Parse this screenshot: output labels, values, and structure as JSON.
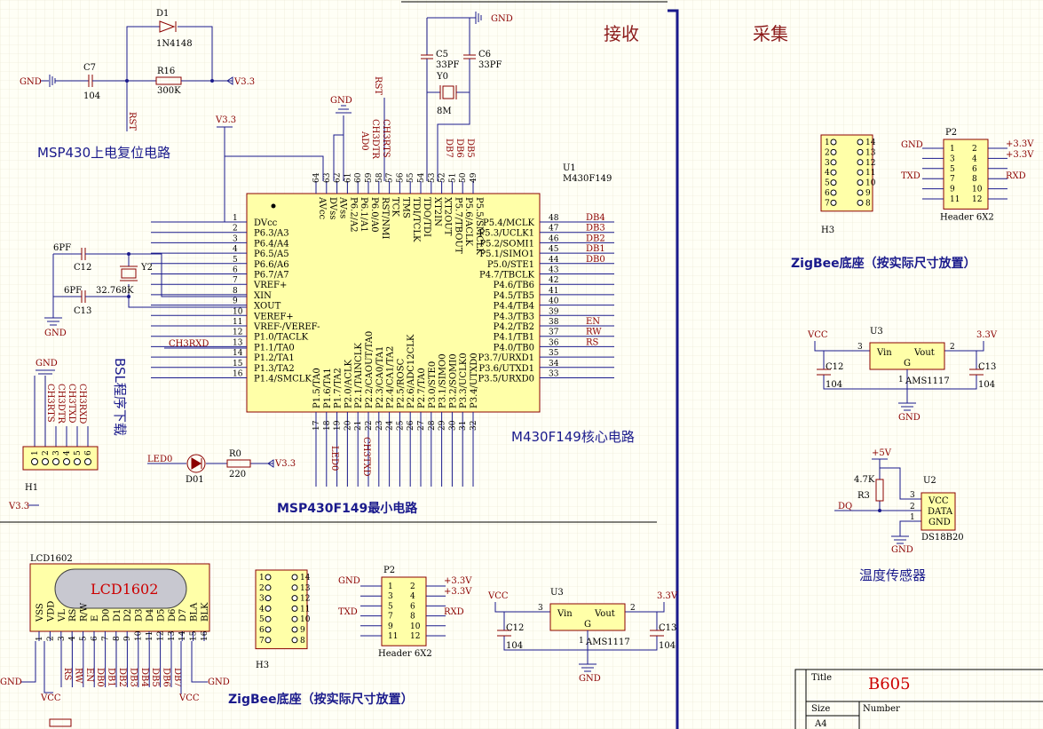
{
  "sections": {
    "receive": "接收",
    "collect": "采集",
    "reset_circuit": "MSP430上电复位电路",
    "core_circuit": "M430F149核心电路",
    "min_system": "MSP430F149最小电路",
    "bsl_download": "BSL程序下载",
    "zigbee_base_right": "ZigBee底座（按实际尺寸放置）",
    "zigbee_base_bottom": "ZigBee底座（按实际尺寸放置）",
    "temp_sensor": "温度传感器"
  },
  "mcu": {
    "ref": "U1",
    "part": "M430F149",
    "left_pins": [
      {
        "num": "1",
        "name": "DVcc"
      },
      {
        "num": "2",
        "name": "P6.3/A3"
      },
      {
        "num": "3",
        "name": "P6.4/A4"
      },
      {
        "num": "4",
        "name": "P6.5/A5"
      },
      {
        "num": "5",
        "name": "P6.6/A6"
      },
      {
        "num": "6",
        "name": "P6.7/A7"
      },
      {
        "num": "7",
        "name": "VREF+"
      },
      {
        "num": "8",
        "name": "XIN"
      },
      {
        "num": "9",
        "name": "XOUT"
      },
      {
        "num": "10",
        "name": "VEREF+"
      },
      {
        "num": "11",
        "name": "VREF-/VEREF-"
      },
      {
        "num": "12",
        "name": "P1.0/TACLK"
      },
      {
        "num": "13",
        "name": "P1.1/TA0"
      },
      {
        "num": "14",
        "name": "P1.2/TA1"
      },
      {
        "num": "15",
        "name": "P1.3/TA2"
      },
      {
        "num": "16",
        "name": "P1.4/SMCLK"
      }
    ],
    "right_pins": [
      {
        "num": "48",
        "name": "P5.4/MCLK",
        "net": "DB4"
      },
      {
        "num": "47",
        "name": "P5.3/UCLK1",
        "net": "DB3"
      },
      {
        "num": "46",
        "name": "P5.2/SOMI1",
        "net": "DB2"
      },
      {
        "num": "45",
        "name": "P5.1/SIMO1",
        "net": "DB1"
      },
      {
        "num": "44",
        "name": "P5.0/STE1",
        "net": "DB0"
      },
      {
        "num": "43",
        "name": "P4.7/TBCLK",
        "net": ""
      },
      {
        "num": "42",
        "name": "P4.6/TB6",
        "net": ""
      },
      {
        "num": "41",
        "name": "P4.5/TB5",
        "net": ""
      },
      {
        "num": "40",
        "name": "P4.4/TB4",
        "net": ""
      },
      {
        "num": "39",
        "name": "P4.3/TB3",
        "net": ""
      },
      {
        "num": "38",
        "name": "P4.2/TB2",
        "net": "EN"
      },
      {
        "num": "37",
        "name": "P4.1/TB1",
        "net": "RW"
      },
      {
        "num": "36",
        "name": "P4.0/TB0",
        "net": "RS"
      },
      {
        "num": "35",
        "name": "P3.7/URXD1",
        "net": ""
      },
      {
        "num": "34",
        "name": "P3.6/UTXD1",
        "net": ""
      },
      {
        "num": "33",
        "name": "P3.5/URXD0",
        "net": ""
      }
    ],
    "top_pins": [
      {
        "num": "64",
        "name": "AVcc"
      },
      {
        "num": "63",
        "name": "DVss"
      },
      {
        "num": "62",
        "name": "AVss"
      },
      {
        "num": "61",
        "name": "P6.2/A2"
      },
      {
        "num": "60",
        "name": "P6.1/A1"
      },
      {
        "num": "59",
        "name": "P6.0/A0"
      },
      {
        "num": "58",
        "name": "RST/NMI"
      },
      {
        "num": "57",
        "name": "TCK"
      },
      {
        "num": "56",
        "name": "TMS"
      },
      {
        "num": "55",
        "name": "TDI/TCLK"
      },
      {
        "num": "54",
        "name": "TDO/TDI"
      },
      {
        "num": "53",
        "name": "XT2IN"
      },
      {
        "num": "52",
        "name": "XT2OUT"
      },
      {
        "num": "51",
        "name": "P5.7/TBOUT"
      },
      {
        "num": "50",
        "name": "P5.6/ACLK"
      },
      {
        "num": "49",
        "name": "P5.5/SMCLK"
      }
    ],
    "bottom_pins": [
      {
        "num": "17",
        "name": "P1.5/TA0"
      },
      {
        "num": "18",
        "name": "P1.6/TA1"
      },
      {
        "num": "19",
        "name": "P1.7/TA2"
      },
      {
        "num": "20",
        "name": "P2.0/ACLK"
      },
      {
        "num": "21",
        "name": "P2.1/TAINCLK"
      },
      {
        "num": "22",
        "name": "P2.2/CAOUT/TA0"
      },
      {
        "num": "23",
        "name": "P2.3/CA0/TA1"
      },
      {
        "num": "24",
        "name": "P2.4/CA1/TA2"
      },
      {
        "num": "25",
        "name": "P2.5/ROSC"
      },
      {
        "num": "26",
        "name": "P2.6/ADC12CLK"
      },
      {
        "num": "27",
        "name": "P2.7/TA0"
      },
      {
        "num": "28",
        "name": "P3.0/STE0"
      },
      {
        "num": "29",
        "name": "P3.1/SIMO0"
      },
      {
        "num": "30",
        "name": "P3.2/SOMI0"
      },
      {
        "num": "31",
        "name": "P3.3/UCLK0"
      },
      {
        "num": "32",
        "name": "P3.4/UTXD0"
      }
    ]
  },
  "top_nets": {
    "ad0": "AD0",
    "ch3dtr": "CH3DTR",
    "ch3rts": "CH3RTS",
    "db7": "DB7",
    "db6": "DB6",
    "db5": "DB5",
    "rst": "RST",
    "gnd": "GND"
  },
  "bottom_nets": {
    "led0": "LED0",
    "ch3txd": "CH3TXD"
  },
  "reset": {
    "d1_ref": "D1",
    "d1_val": "1N4148",
    "c7_ref": "C7",
    "c7_val": "104",
    "r16_ref": "R16",
    "r16_val": "300K",
    "gnd": "GND",
    "v33": "V3.3",
    "rst": "RST"
  },
  "crystal_hf": {
    "c5_ref": "C5",
    "c5_val": "33PF",
    "c6_ref": "C6",
    "c6_val": "33PF",
    "y0_ref": "Y0",
    "y0_val": "8M",
    "gnd": "GND"
  },
  "crystal_lf": {
    "c12_ref": "C12",
    "c12_val": "6PF",
    "c13_ref": "C13",
    "c13_val": "6PF",
    "y2_ref": "Y2",
    "y2_val": "32.768K",
    "gnd": "GND",
    "ch3rxd": "CH3RXD",
    "v33": "V3.3"
  },
  "bsl": {
    "gnd": "GND",
    "ref": "H1",
    "nets": [
      "CH3RTS",
      "CH3DTR",
      "CH3TXD",
      "CH3RXD"
    ],
    "pins": [
      "1",
      "2",
      "3",
      "4",
      "5",
      "6"
    ],
    "v33": "V3.3"
  },
  "led": {
    "net": "LED0",
    "d_ref": "D01",
    "r_ref": "R0",
    "r_val": "220",
    "v33": "V3.3"
  },
  "lcd": {
    "ref": "LCD1602",
    "label": "LCD1602",
    "pins": [
      "VSS",
      "VDD",
      "VL",
      "RS",
      "R/W",
      "E",
      "D0",
      "D1",
      "D2",
      "D3",
      "D4",
      "D5",
      "D6",
      "D7",
      "BLA",
      "BLK"
    ],
    "nums": [
      "1",
      "2",
      "3",
      "4",
      "5",
      "6",
      "7",
      "8",
      "9",
      "10",
      "11",
      "12",
      "13",
      "14",
      "15",
      "16"
    ],
    "nets": [
      "RS",
      "RW",
      "EN",
      "DB0",
      "DB1",
      "DB2",
      "DB3",
      "DB4",
      "DB5",
      "DB6",
      "DB7"
    ],
    "gnd": "GND",
    "vcc": "VCC"
  },
  "zigbee_h3": {
    "ref": "H3",
    "left": [
      "1",
      "2",
      "3",
      "4",
      "5",
      "6",
      "7"
    ],
    "right": [
      "14",
      "13",
      "12",
      "11",
      "10",
      "9",
      "8"
    ]
  },
  "header_p2": {
    "ref": "P2",
    "part": "Header 6X2",
    "left": [
      "1",
      "3",
      "5",
      "7",
      "9",
      "11"
    ],
    "right": [
      "2",
      "4",
      "6",
      "8",
      "10",
      "12"
    ],
    "gnd": "GND",
    "txd": "TXD",
    "rxd": "RXD",
    "v33a": "+3.3V",
    "v33b": "+3.3V"
  },
  "regulator": {
    "ref": "U3",
    "part": "AMS1117",
    "vin": "Vin",
    "vout": "Vout",
    "g": "G",
    "pin_in": "3",
    "pin_out": "2",
    "pin_g": "1",
    "vcc": "VCC",
    "v33": "3.3V",
    "c_in_ref": "C12",
    "c_in_val": "104",
    "c_out_ref": "C13",
    "c_out_val": "104",
    "gnd": "GND"
  },
  "ds18b20": {
    "ref": "U2",
    "part": "DS18B20",
    "vcc": "VCC",
    "data": "DATA",
    "gnd_pin": "GND",
    "r_ref": "R3",
    "r_val": "4.7K",
    "v5": "+5V",
    "dq": "DQ",
    "gnd": "GND",
    "pins": [
      "3",
      "2",
      "1"
    ]
  },
  "title_block": {
    "title_label": "Title",
    "title": "B605",
    "size_label": "Size",
    "size": "A4",
    "number_label": "Number"
  }
}
